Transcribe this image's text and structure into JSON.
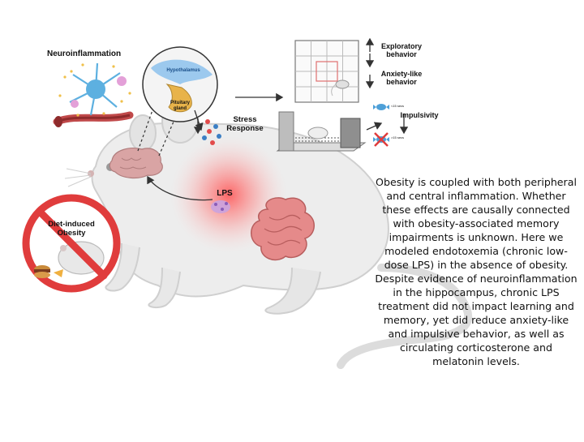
{
  "labels": {
    "neuroinflammation": "Neuroinflammation",
    "hypothalamus": "Hypothalamus",
    "pituitary": "Pituitary\ngland",
    "stress_response": "Stress\nResponse",
    "exploratory": "Exploratory\nbehavior",
    "anxiety": "Anxiety-like\nbehavior",
    "impulsivity": "Impulsivity",
    "lps": "LPS",
    "diet_obesity": "Diet-induced\nObesity",
    "timer_short": "<15 secs",
    "timer_long": ">15 secs"
  },
  "abstract": "Obesity is coupled with both peripheral and central inflammation. Whether these effects are causally connected with obesity-associated memory impairments is unknown. Here we modeled endotoxemia (chronic low-dose LPS) in the absence of obesity. Despite evidence of neuroinflammation in the hippocampus, chronic LPS treatment did not impact learning and memory, yet did reduce anxiety-like and impulsive behavior, as well as circulating corticosterone and melatonin levels.",
  "colors": {
    "mouse_fill": "#ececec",
    "mouse_outline": "#c8c8c8",
    "inflammation_glow": "#ff5a5a",
    "intestine": "#e58a8a",
    "brain": "#d9a0a0",
    "prohibition": "#e03c3c",
    "hypothalamus_blue": "#7ab8e6",
    "pituitary_gold": "#e8b34a"
  },
  "icons": [
    "mouse-illustration",
    "neuron-icon",
    "blood-vessel-icon",
    "brain-icon",
    "pituitary-inset",
    "hormone-molecules-icon",
    "open-field-arena-icon",
    "operant-chamber-icon",
    "candy-reward-icon",
    "intestine-icon",
    "lps-particle-icon",
    "no-symbol-icon",
    "food-icon"
  ]
}
